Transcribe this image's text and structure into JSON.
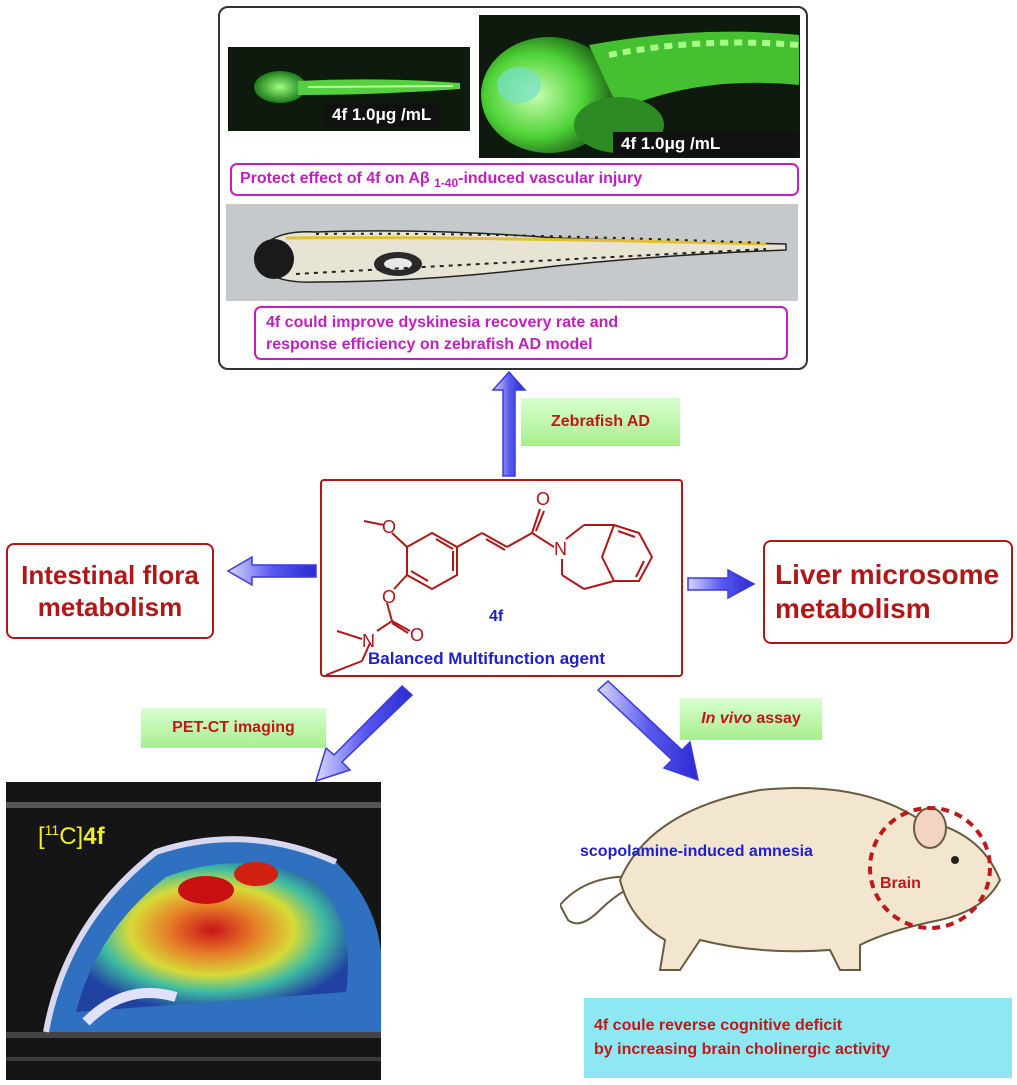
{
  "top_panel": {
    "fluo_left_label": "4f 1.0μg /mL",
    "fluo_right_label": "4f 1.0μg /mL",
    "protect_text_prefix": "Protect effect of 4f on Aβ",
    "protect_text_sub": "1-40",
    "protect_text_suffix": "-induced vascular injury",
    "dyskinesia_line1": "4f could improve dyskinesia recovery rate and",
    "dyskinesia_line2": "response efficiency on zebrafish AD model"
  },
  "tags": {
    "zebrafish": "Zebrafish AD",
    "pet_ct": "PET-CT imaging",
    "in_vivo_italic": "In vivo",
    "in_vivo_rest": " assay"
  },
  "left_box": {
    "line1": "Intestinal flora",
    "line2": "metabolism"
  },
  "right_box": {
    "line1": "Liver microsome",
    "line2": "metabolism"
  },
  "center": {
    "compound_label": "4f",
    "agent_label": "Balanced Multifunction agent",
    "atoms": {
      "O_top": "O",
      "O_methoxy": "O",
      "N_ring": "N",
      "O_ester": "O",
      "O_carbonyl": "O",
      "N_carbamate": "N"
    }
  },
  "pet": {
    "tracer_prefix": "[",
    "tracer_sup": "11",
    "tracer_mid": "C]",
    "tracer_bold": "4f"
  },
  "rat": {
    "amnesia_label": "scopolamine-induced amnesia",
    "brain_label": "Brain"
  },
  "caption": {
    "line1": "4f coule reverse cognitive deficit",
    "line2": "by increasing brain cholinergic activity"
  },
  "colors": {
    "accent_red": "#b01818",
    "magenta": "#c020c0",
    "arrow_blue": "#3a3adf",
    "text_blue": "#2020d0",
    "tag_green": "#a8ee8e",
    "caption_cyan": "#8ee8f4"
  }
}
